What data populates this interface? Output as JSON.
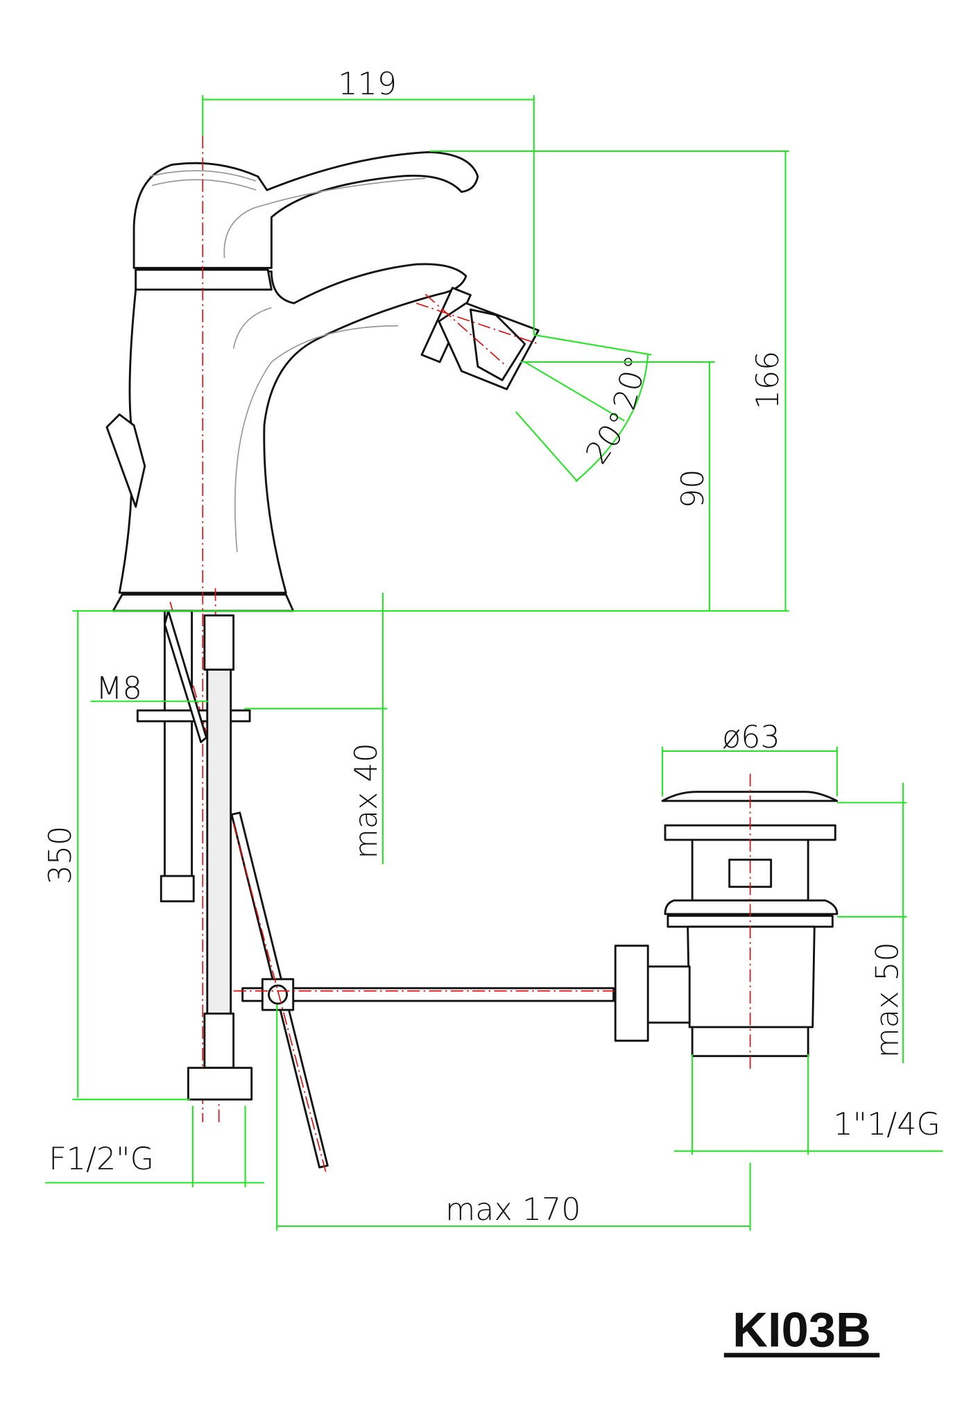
{
  "drawing": {
    "model_code": "KI03B",
    "dimensions": {
      "width_spout": "119",
      "height_total": "166",
      "height_nozzle": "90",
      "angle_up": "20°",
      "angle_down": "20°",
      "thread_rod": "M8",
      "deck_thickness": "max 40",
      "hose_length": "350",
      "inlet_thread": "F1/2\"G",
      "waste_diameter": "ø63",
      "waste_height": "max 50",
      "waste_thread": "1\"1/4G",
      "pop_up_reach": "max 170"
    },
    "colors": {
      "dimension": "#22e622",
      "axis": "#e01010",
      "outline": "#111111"
    }
  }
}
